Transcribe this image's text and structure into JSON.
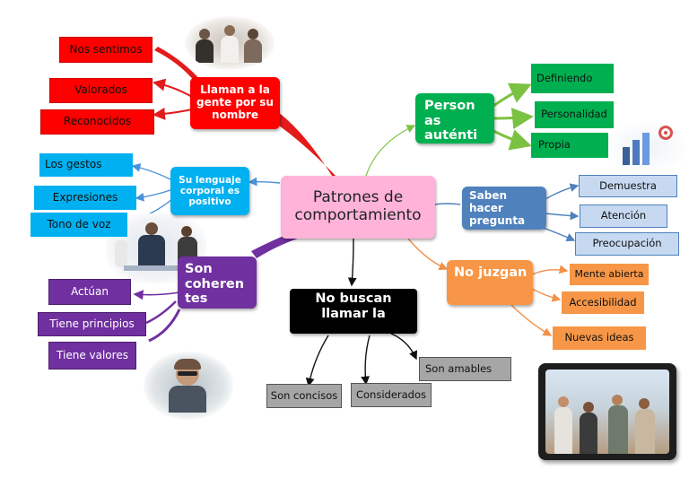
{
  "central": "Patrones de comportamiento",
  "branches": {
    "llaman": {
      "title": "Llaman a la gente por su nombre",
      "items": [
        "Nos sentimos",
        "Valorados",
        "Reconocidos"
      ]
    },
    "lenguaje": {
      "title": "Su lenguaje corporal es positivo",
      "items": [
        "Los gestos",
        "Expresiones",
        "Tono de voz"
      ]
    },
    "coherentes": {
      "title": "Son coheren tes",
      "items": [
        "Actúan",
        "Tiene principios",
        "Tiene valores"
      ]
    },
    "no_buscan": {
      "title": "No buscan llamar la",
      "items": [
        "Son concisos",
        "Considerados",
        "Son amables"
      ]
    },
    "no_juzgan": {
      "title": "No juzgan",
      "items": [
        "Mente abierta",
        "Accesibilidad",
        "Nuevas ideas"
      ]
    },
    "saben": {
      "title": "Saben hacer pregunta",
      "items": [
        "Demuestra",
        "Atención",
        "Preocupación"
      ]
    },
    "personas": {
      "title": "Person as auténti",
      "items": [
        "Definiendo",
        "Personalidad",
        "Propia"
      ]
    }
  },
  "colors": {
    "red": "#ff0000",
    "blue": "#00b0f0",
    "purple": "#7030a0",
    "black": "#000000",
    "orange": "#f79646",
    "steel": "#4f81bd",
    "green": "#00b050",
    "central": "#ffb3d9"
  }
}
